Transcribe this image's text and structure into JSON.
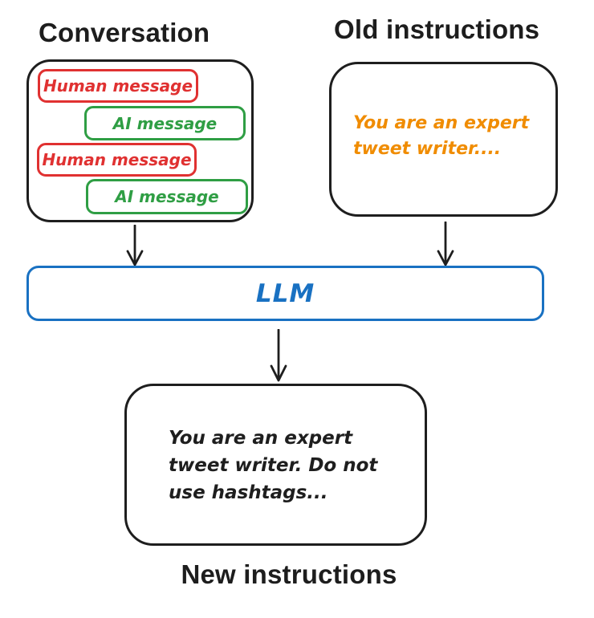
{
  "conversation": {
    "title": "Conversation",
    "messages": [
      {
        "role": "human",
        "label": "Human message"
      },
      {
        "role": "ai",
        "label": "AI message"
      },
      {
        "role": "human",
        "label": "Human message"
      },
      {
        "role": "ai",
        "label": "AI message"
      }
    ]
  },
  "old_instructions": {
    "title": "Old instructions",
    "lines": [
      "You are an expert",
      "tweet writer...."
    ]
  },
  "llm": {
    "label": "LLM"
  },
  "new_instructions": {
    "title": "New instructions",
    "lines": [
      "You are an expert",
      "tweet writer. Do not",
      "use hashtags..."
    ]
  },
  "colors": {
    "stroke": "#1e1e1e",
    "human_message": "#e03131",
    "ai_message": "#2f9e44",
    "old_instructions_text": "#f08c00",
    "llm_accent": "#1971c2"
  }
}
